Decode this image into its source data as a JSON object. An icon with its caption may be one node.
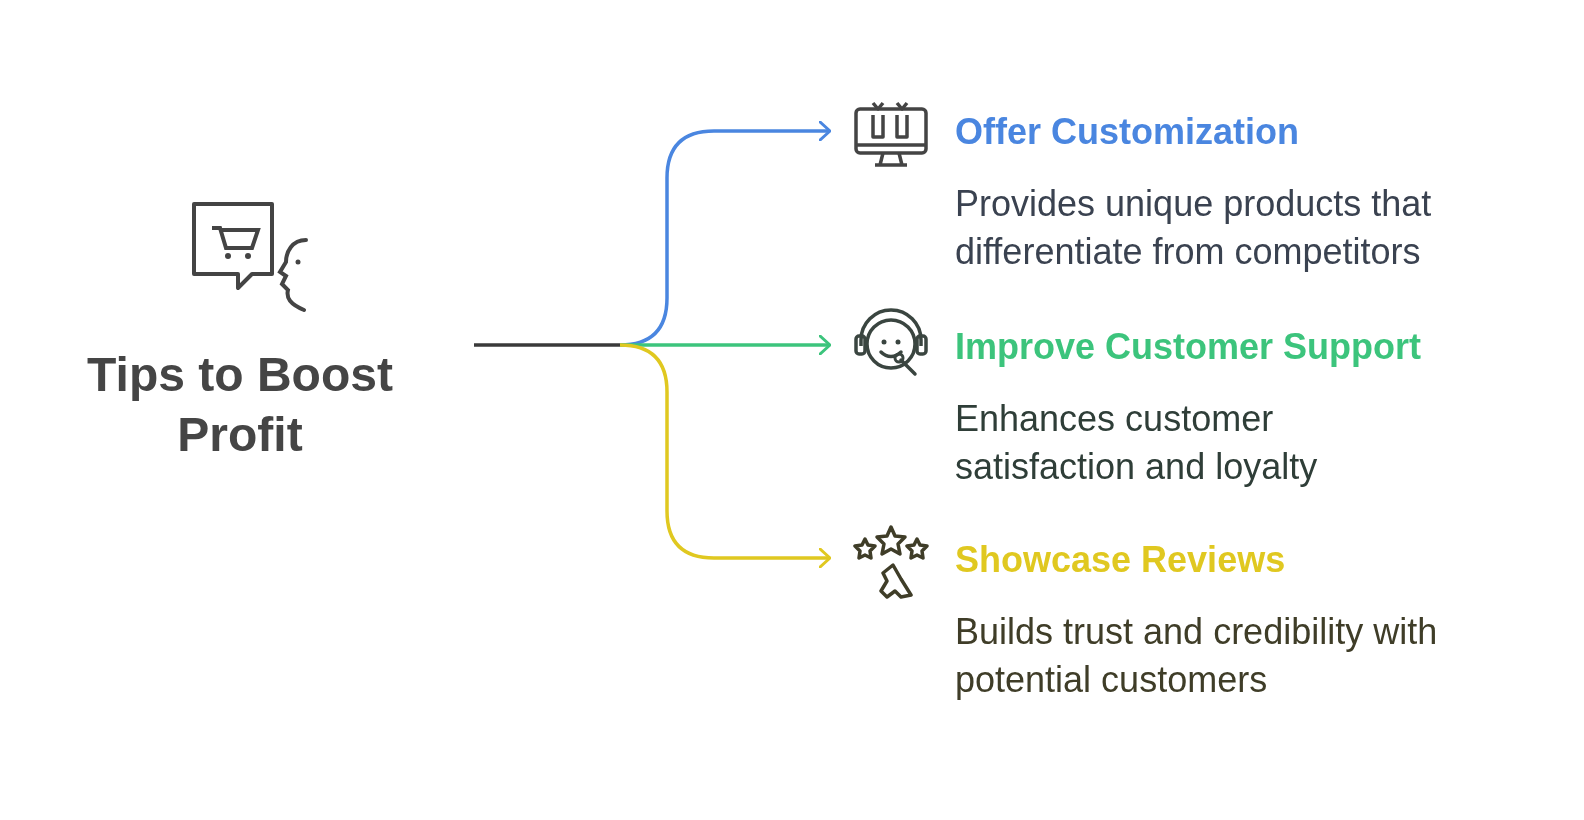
{
  "diagram": {
    "nodes": [
      {
        "text": [
          "Tips to Boost Profit"
        ]
      },
      {
        "text": [
          "Offer Customization",
          "Provides unique products that differentiate from competitors"
        ]
      },
      {
        "text": [
          "Improve Customer Support",
          "Enhances customer satisfaction and loyalty"
        ]
      },
      {
        "text": [
          "Showcase Reviews",
          "Builds trust and credibility with potential customers"
        ]
      }
    ],
    "edges": [
      {
        "from": 0,
        "to": 1,
        "arrow": "to",
        "color": "#4a86e0"
      },
      {
        "from": 0,
        "to": 2,
        "arrow": "to",
        "color": "#3cc47c"
      },
      {
        "from": 0,
        "to": 3,
        "arrow": "to",
        "color": "#e0c820"
      }
    ]
  }
}
